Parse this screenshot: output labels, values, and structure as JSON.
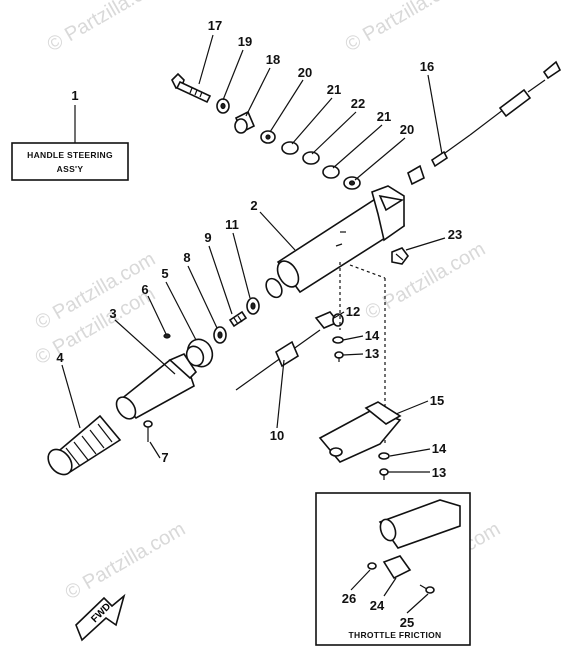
{
  "watermark": "© Partzilla.com",
  "callout_box": {
    "line1": "HANDLE STEERING",
    "line2": "ASS'Y"
  },
  "inset_title": "THROTTLE FRICTION",
  "fwd_label": "FWD",
  "part_numbers": {
    "n1": "1",
    "n2": "2",
    "n3": "3",
    "n4": "4",
    "n5": "5",
    "n6": "6",
    "n7": "7",
    "n8": "8",
    "n9": "9",
    "n10": "10",
    "n11": "11",
    "n12": "12",
    "n13a": "13",
    "n13b": "13",
    "n14a": "14",
    "n14b": "14",
    "n15": "15",
    "n16": "16",
    "n17": "17",
    "n18": "18",
    "n19": "19",
    "n20a": "20",
    "n20b": "20",
    "n21a": "21",
    "n21b": "21",
    "n22": "22",
    "n23": "23",
    "n24": "24",
    "n25": "25",
    "n26": "26"
  }
}
